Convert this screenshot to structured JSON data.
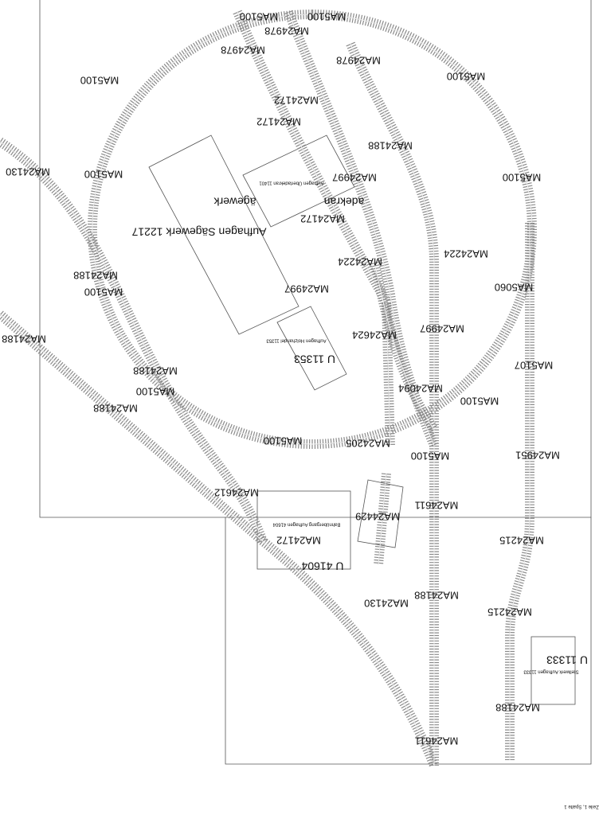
{
  "plan": {
    "labels": [
      "MA5100",
      "MA5100",
      "MA24978",
      "MA24978",
      "MA24978",
      "MA5100",
      "MA5100",
      "MA24172",
      "MA24172",
      "MA24188",
      "MA24130",
      "MA5100",
      "MA5100",
      "MA24997",
      "adekran",
      "Aufhagen Überladekran 11401",
      "ägewerk",
      "MA24172",
      "Aufhagen Sägewerk 12217",
      "MA24224",
      "MA24224",
      "MA24188",
      "MA5100",
      "MA5060",
      "MA24997",
      "MA24188",
      "MA24624",
      "MA24997",
      "U 11353",
      "Aufhagen Holzhandel 11353",
      "MA5107",
      "MA24188",
      "MA5100",
      "MA24094",
      "MA5100",
      "MA24188",
      "MA24951",
      "MA5100",
      "MA24205",
      "MA5100",
      "MA24612",
      "MA24611",
      "MA24429",
      "Bahnübergang Aufhagen 41604",
      "MA24172",
      "MA24215",
      "U 41604",
      "MA24188",
      "MA24130",
      "MA24215",
      "U 11333",
      "Stellwerk Aufhagen 11333",
      "MA24188",
      "MA24611"
    ],
    "footer": "Zeile 1, Spalte 1"
  }
}
